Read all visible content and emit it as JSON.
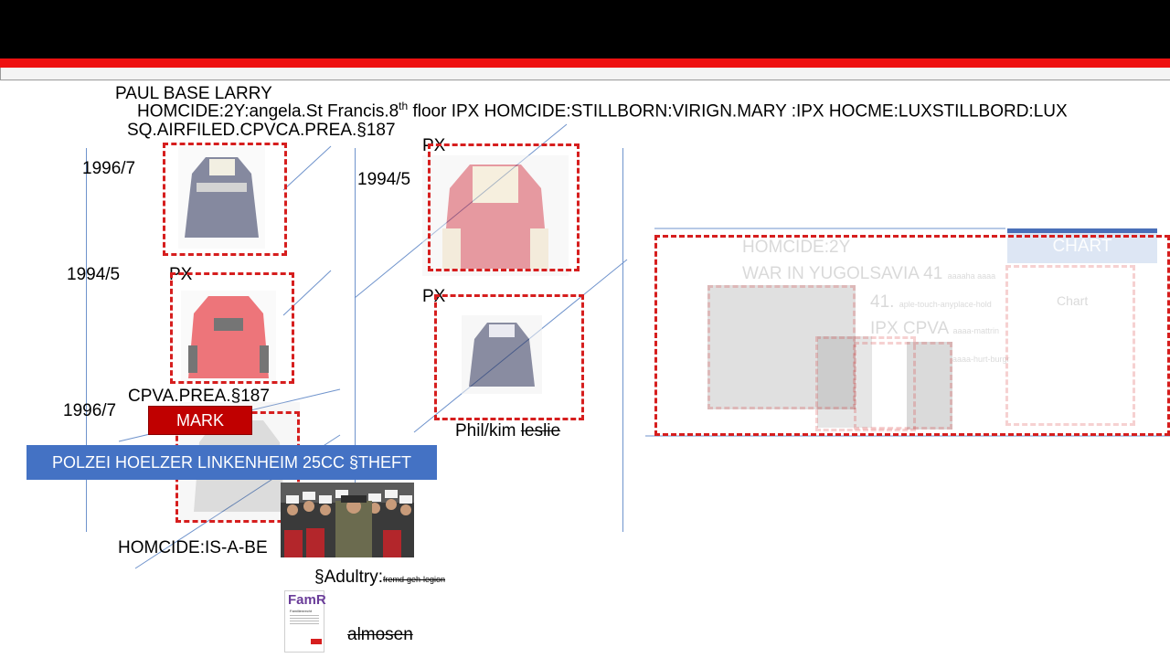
{
  "header": {
    "colors": {
      "bar": "#000000",
      "stripe": "#ee1111",
      "accent_line": "#2f4fa0"
    }
  },
  "labels": {
    "paul_base_larry": "PAUL BASE LARRY",
    "homicide_line_1": "HOMCIDE:2Y:angela.St Francis.8",
    "homicide_line_1_sup": "th",
    "homicide_line_1_rest": " floor IPX HOMCIDE:STILLBORN:VIRIGN.MARY :IPX HOCME:LUXSTILLBORD:LUX",
    "homicide_line_2": "SQ.AIRFILED.CPVCA.PREA.§187",
    "date_1": "1996/7",
    "date_2": "1994/5",
    "date_3": "1996/7",
    "date_4": "1994/5",
    "px_1": "PX",
    "px_2": "PX",
    "px_3": "PX",
    "cpva": "CPVA.PREA.§187",
    "mark": "MARK",
    "police": "POLZEI HOELZER LINKENHEIM 25CC §THEFT",
    "is_a_be": "HOMCIDE:IS-A-BE",
    "phil_kim": "Phil/kim ",
    "leslie": "leslie",
    "adultry": "§Adultry:",
    "adultry_small": "fremd-geh-legion",
    "almosen": "almosen",
    "book_title": "FamR",
    "book_subtitle": "Familienrecht"
  },
  "faded_panel": {
    "line1": "HOMCIDE:2Y",
    "line2": "WAR IN YUGOLSAVIA 41",
    "line2_small": "aaaaha aaaa",
    "line3": "41.",
    "line3_small": "aple-touch-anyplace-hold",
    "line4": "IPX CPVA",
    "line4_small": "aaaa-mattrin",
    "line5_small": "aaaa-hurt-burgr",
    "chart_label": "CHART",
    "chart_inner": "Chart"
  },
  "colors": {
    "dash_red": "#d61e1e",
    "mark_red": "#c00000",
    "police_blue": "#4472c4",
    "line_blue": "#6f93cc"
  }
}
